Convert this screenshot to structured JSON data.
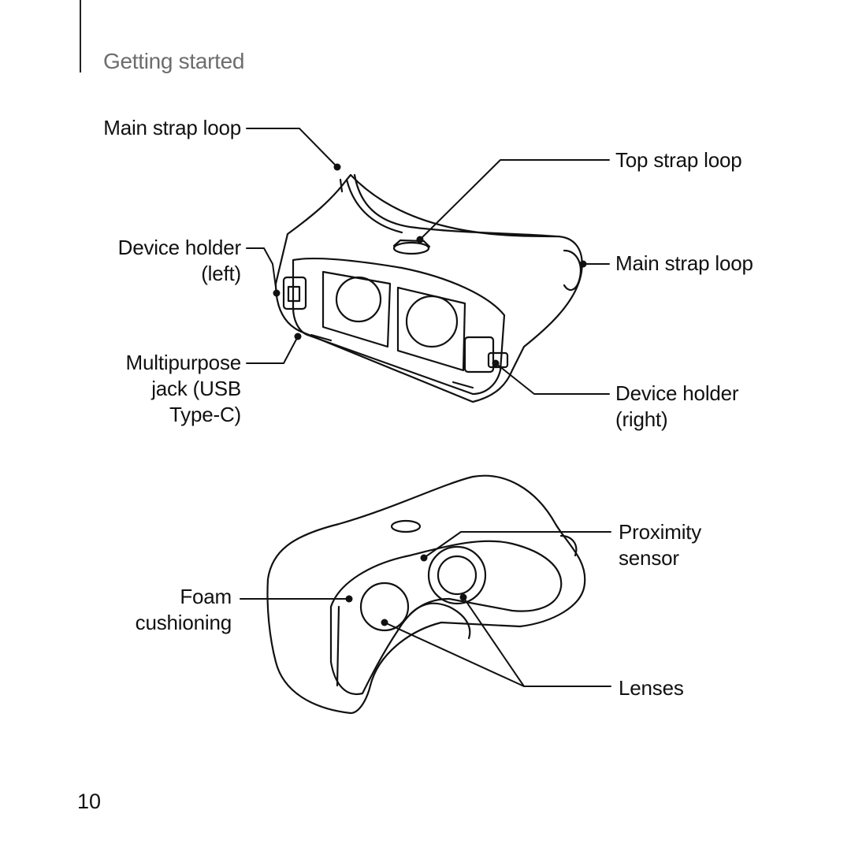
{
  "header": {
    "section_title": "Getting started"
  },
  "figure_top": {
    "labels": {
      "main_strap_loop_left": "Main strap loop",
      "device_holder_left_1": "Device holder",
      "device_holder_left_2": "(left)",
      "multipurpose_jack_1": "Multipurpose",
      "multipurpose_jack_2": "jack (USB",
      "multipurpose_jack_3": "Type-C)",
      "top_strap_loop": "Top strap loop",
      "main_strap_loop_right": "Main strap loop",
      "device_holder_right_1": "Device holder",
      "device_holder_right_2": "(right)"
    }
  },
  "figure_bottom": {
    "labels": {
      "foam_cushioning_1": "Foam",
      "foam_cushioning_2": "cushioning",
      "proximity_sensor_1": "Proximity",
      "proximity_sensor_2": "sensor",
      "lenses": "Lenses"
    }
  },
  "footer": {
    "page_number": "10"
  }
}
